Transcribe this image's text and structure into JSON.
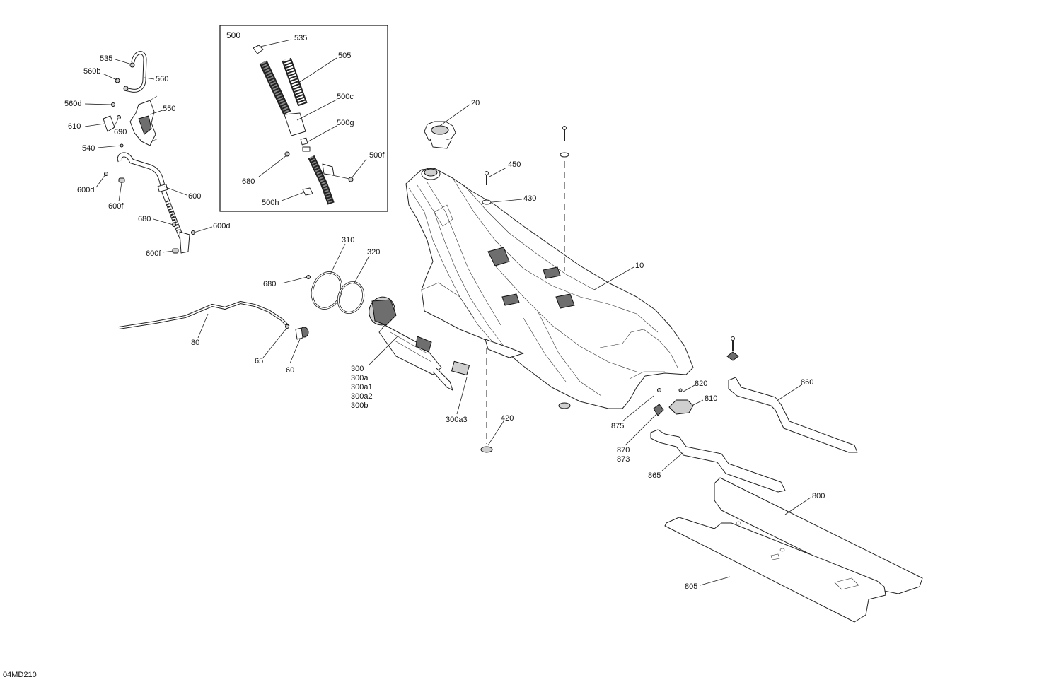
{
  "drawing_code": "04MD210",
  "inset": {
    "title": "500"
  },
  "callouts": {
    "c535a": "535",
    "c560b": "560b",
    "c560": "560",
    "c560d": "560d",
    "c550": "550",
    "c610": "610",
    "c690": "690",
    "c540": "540",
    "c600d_a": "600d",
    "c600f_a": "600f",
    "c600": "600",
    "c680_a": "680",
    "c600d_b": "600d",
    "c600f_b": "600f",
    "c535b": "535",
    "c505": "505",
    "c500c": "500c",
    "c500g": "500g",
    "c500f": "500f",
    "c680_b": "680",
    "c500h": "500h",
    "c20": "20",
    "c450": "450",
    "c430": "430",
    "c10": "10",
    "c310": "310",
    "c320": "320",
    "c680_c": "680",
    "c80": "80",
    "c65": "65",
    "c60": "60",
    "c300": "300",
    "c300a": "300a",
    "c300a1": "300a1",
    "c300a2": "300a2",
    "c300b": "300b",
    "c300a3": "300a3",
    "c420": "420",
    "c860": "860",
    "c820": "820",
    "c810": "810",
    "c875": "875",
    "c870": "870",
    "c873": "873",
    "c865": "865",
    "c800": "800",
    "c805": "805"
  }
}
